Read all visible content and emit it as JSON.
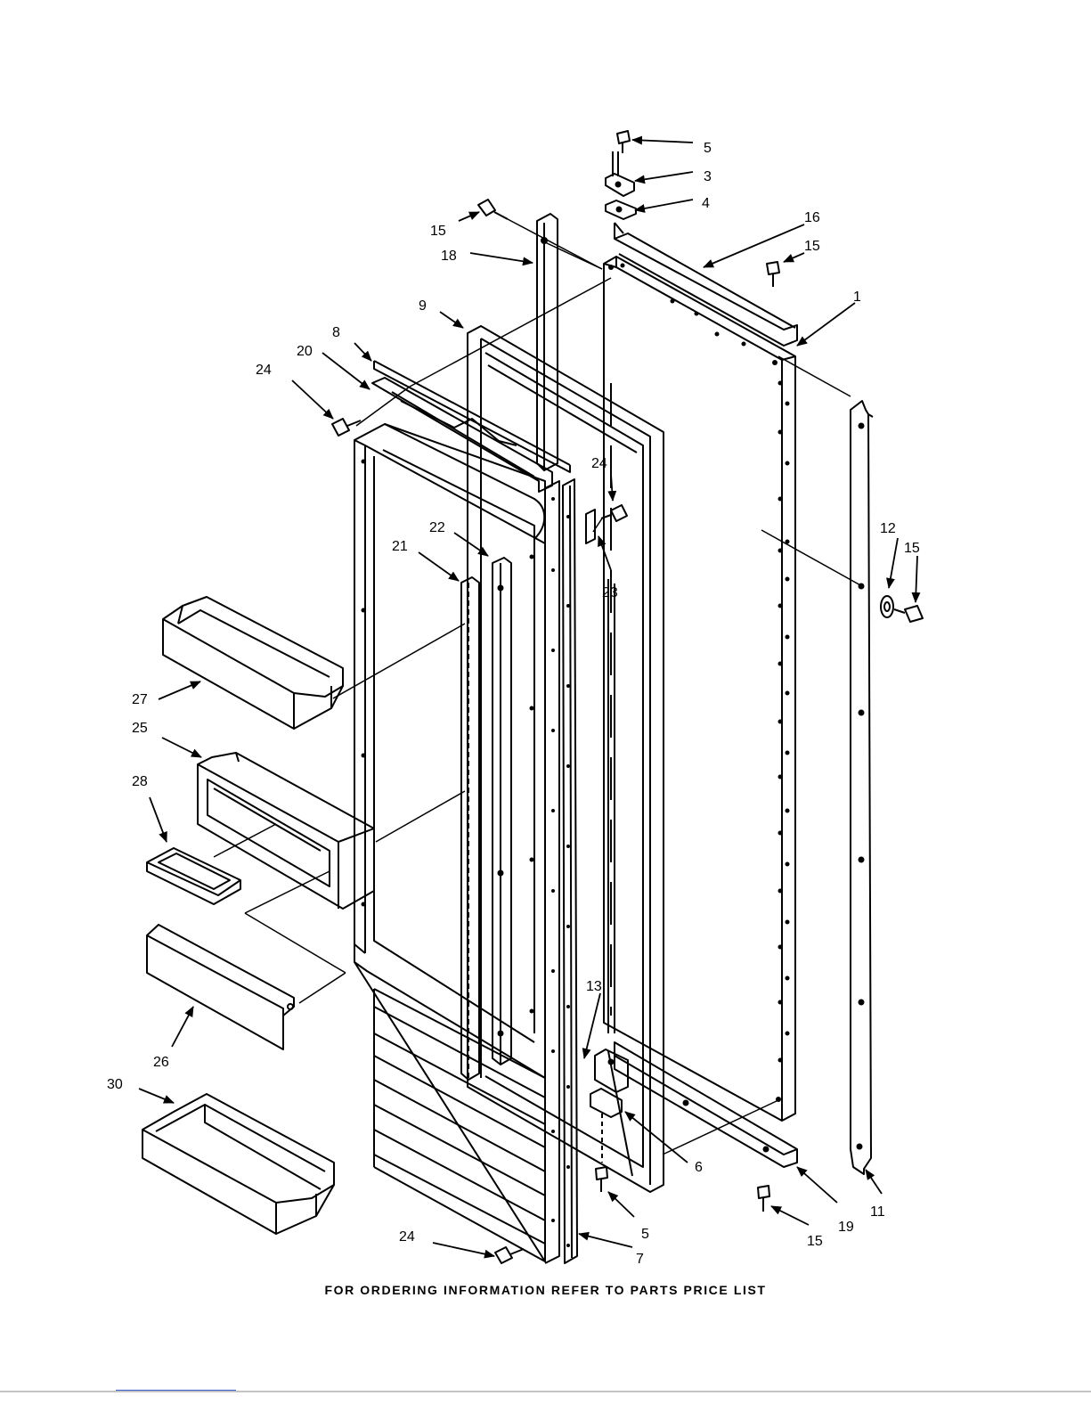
{
  "diagram": {
    "footer_note": "FOR ORDERING INFORMATION REFER TO PARTS PRICE LIST",
    "line_color": "#000000",
    "background_color": "#ffffff",
    "callouts": [
      {
        "id": "c5a",
        "label": "5"
      },
      {
        "id": "c3",
        "label": "3"
      },
      {
        "id": "c4",
        "label": "4"
      },
      {
        "id": "c15a",
        "label": "15"
      },
      {
        "id": "c16",
        "label": "16"
      },
      {
        "id": "c18",
        "label": "18"
      },
      {
        "id": "c15b",
        "label": "15"
      },
      {
        "id": "c1",
        "label": "1"
      },
      {
        "id": "c9",
        "label": "9"
      },
      {
        "id": "c8",
        "label": "8"
      },
      {
        "id": "c20",
        "label": "20"
      },
      {
        "id": "c24a",
        "label": "24"
      },
      {
        "id": "c24b",
        "label": "24"
      },
      {
        "id": "c22",
        "label": "22"
      },
      {
        "id": "c21",
        "label": "21"
      },
      {
        "id": "c23",
        "label": "23"
      },
      {
        "id": "c12",
        "label": "12"
      },
      {
        "id": "c15c",
        "label": "15"
      },
      {
        "id": "c27",
        "label": "27"
      },
      {
        "id": "c25",
        "label": "25"
      },
      {
        "id": "c28",
        "label": "28"
      },
      {
        "id": "c13",
        "label": "13"
      },
      {
        "id": "c26",
        "label": "26"
      },
      {
        "id": "c30",
        "label": "30"
      },
      {
        "id": "c6",
        "label": "6"
      },
      {
        "id": "c5b",
        "label": "5"
      },
      {
        "id": "c24c",
        "label": "24"
      },
      {
        "id": "c7",
        "label": "7"
      },
      {
        "id": "c15d",
        "label": "15"
      },
      {
        "id": "c19",
        "label": "19"
      },
      {
        "id": "c11",
        "label": "11"
      }
    ]
  }
}
